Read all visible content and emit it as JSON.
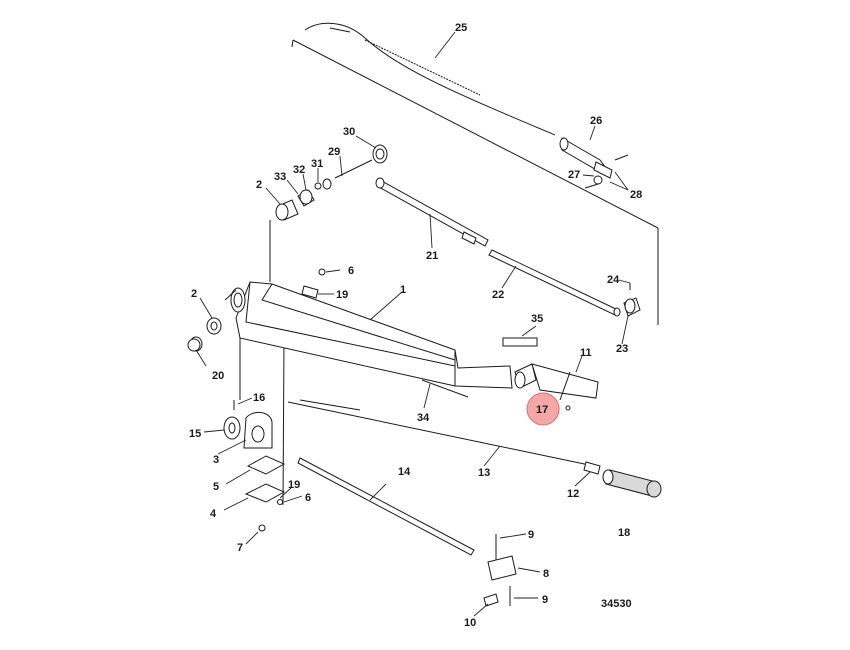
{
  "diagram": {
    "drawing_number": "34530",
    "highlighted_callout": "17",
    "highlight_color": "#f4a7a7",
    "callouts": [
      "1",
      "2",
      "3",
      "4",
      "5",
      "6",
      "7",
      "8",
      "9",
      "10",
      "11",
      "12",
      "13",
      "14",
      "15",
      "16",
      "17",
      "18",
      "19",
      "20",
      "21",
      "22",
      "23",
      "24",
      "25",
      "26",
      "27",
      "28",
      "29",
      "30",
      "31",
      "32",
      "33",
      "34",
      "35"
    ]
  }
}
